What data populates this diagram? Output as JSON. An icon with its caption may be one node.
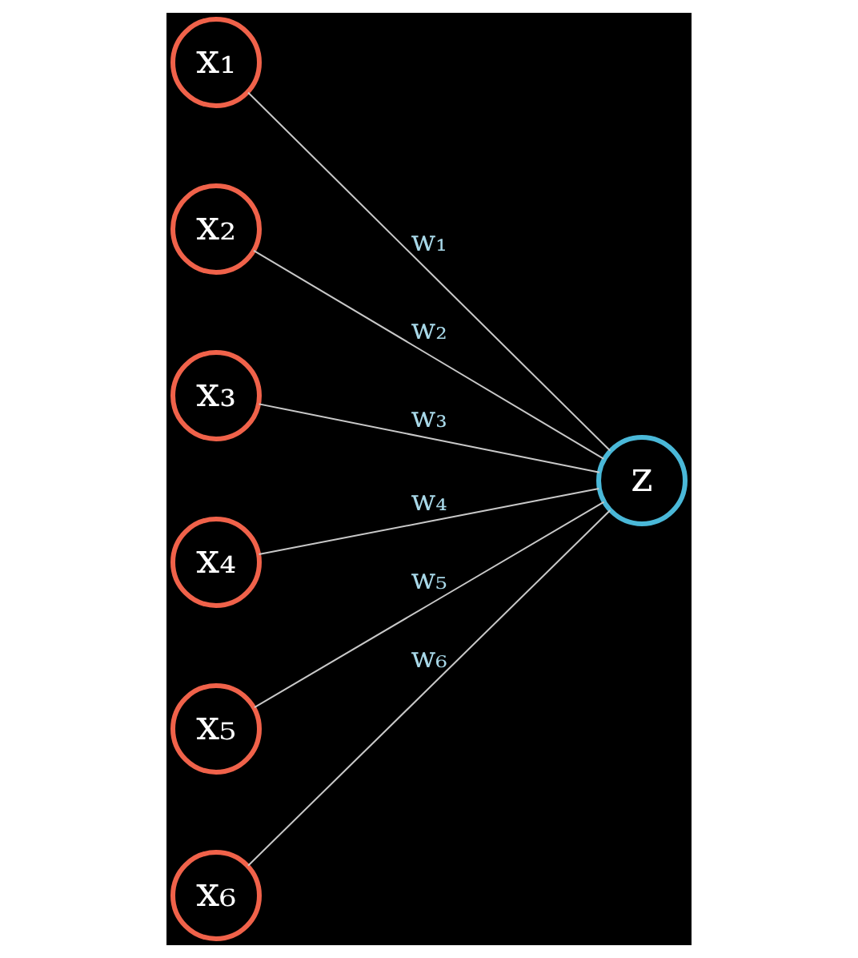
{
  "diagram": {
    "nodes": [
      {
        "text": [
          "x₁"
        ]
      },
      {
        "text": [
          "x₂"
        ]
      },
      {
        "text": [
          "x₃"
        ]
      },
      {
        "text": [
          "x₄"
        ]
      },
      {
        "text": [
          "x₅"
        ]
      },
      {
        "text": [
          "x₆"
        ]
      },
      {
        "text": [
          "z"
        ]
      }
    ],
    "edges": [
      {
        "from": 0,
        "to": 6,
        "arrow": "none",
        "label": "w₁"
      },
      {
        "from": 1,
        "to": 6,
        "arrow": "none",
        "label": "w₂"
      },
      {
        "from": 2,
        "to": 6,
        "arrow": "none",
        "label": "w₃"
      },
      {
        "from": 3,
        "to": 6,
        "arrow": "none",
        "label": "w₄"
      },
      {
        "from": 4,
        "to": 6,
        "arrow": "none",
        "label": "w₅"
      },
      {
        "from": 5,
        "to": 6,
        "arrow": "none",
        "label": "w₆"
      }
    ]
  }
}
